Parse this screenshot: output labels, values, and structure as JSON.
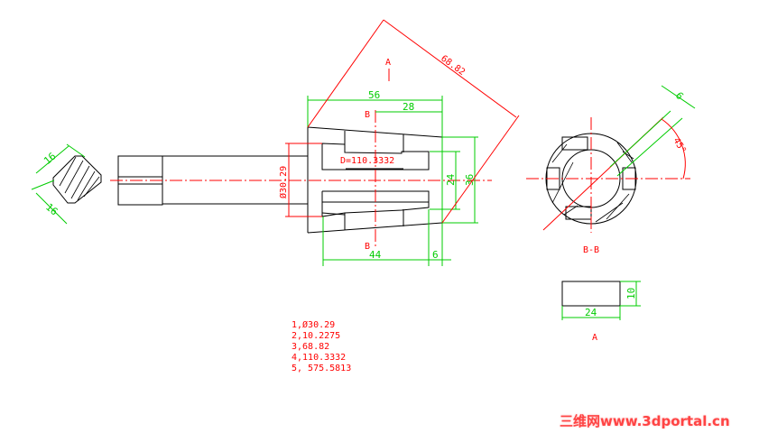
{
  "dimensions": {
    "key_width_a": "16",
    "key_width_b": "16",
    "length_56": "56",
    "length_28": "28",
    "length_44": "44",
    "length_6": "6",
    "height_36": "36",
    "height_24": "24",
    "diameter": "Ø30.29",
    "diagonal": "68.82",
    "taper_d": "D=110.3332",
    "section_slot": "6",
    "section_angle": "45°",
    "view_a_width": "24",
    "view_a_height": "10"
  },
  "labels": {
    "view_arrow": "A",
    "section_top": "B",
    "section_bottom": "B",
    "section_title": "B-B",
    "view_a_title": "A"
  },
  "notes": [
    "1,Ø30.29",
    "2,10.2275",
    "3,68.82",
    "4,110.3332",
    "5, 575.5813"
  ],
  "watermark": "三维网www.3dportal.cn",
  "colors": {
    "outline": "#000000",
    "centerline": "#ff0000",
    "dimension": "#00cc00"
  }
}
